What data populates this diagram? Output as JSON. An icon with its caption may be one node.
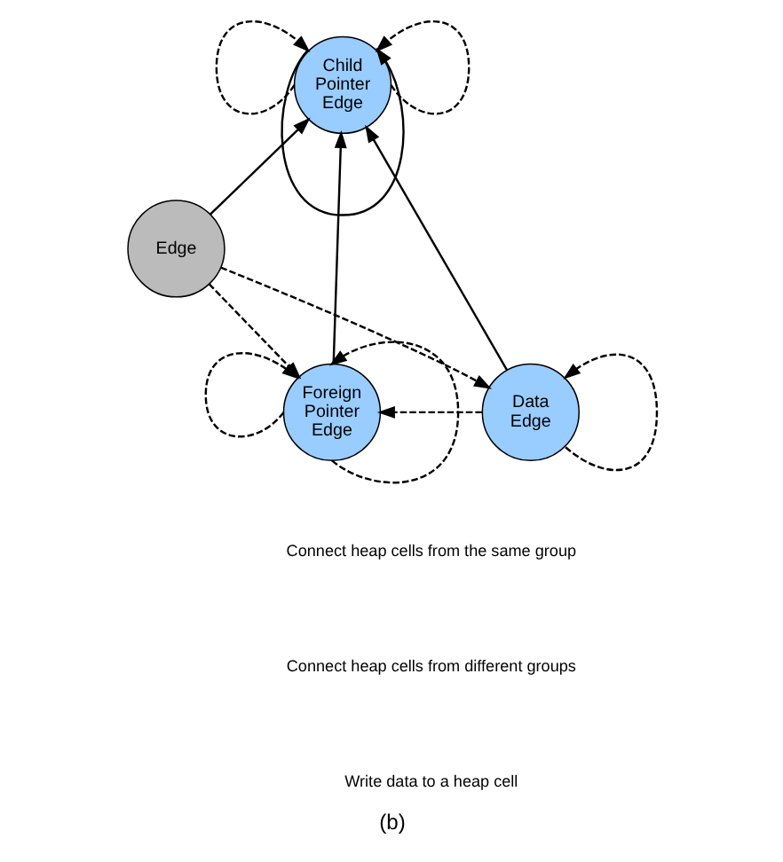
{
  "diagram": {
    "caption": "(b)",
    "nodes": [
      {
        "text": [
          "Child Pointer Edge"
        ]
      },
      {
        "text": [
          "Edge"
        ]
      },
      {
        "text": [
          "Foreign Pointer Edge"
        ]
      },
      {
        "text": [
          "Data Edge"
        ]
      }
    ],
    "edges": [
      {
        "from": 0,
        "to": 0,
        "arrow": "to"
      },
      {
        "from": 0,
        "to": 0,
        "arrow": "to",
        "style": "dashed"
      },
      {
        "from": 0,
        "to": 0,
        "arrow": "to",
        "style": "dashed"
      },
      {
        "from": 1,
        "to": 0,
        "arrow": "to"
      },
      {
        "from": 2,
        "to": 0,
        "arrow": "to"
      },
      {
        "from": 3,
        "to": 0,
        "arrow": "to"
      },
      {
        "from": 1,
        "to": 2,
        "arrow": "to",
        "style": "dashed"
      },
      {
        "from": 1,
        "to": 3,
        "arrow": "to",
        "style": "dashed"
      },
      {
        "from": 3,
        "to": 2,
        "arrow": "to",
        "style": "dashed"
      },
      {
        "from": 2,
        "to": 2,
        "arrow": "to",
        "style": "dashed"
      },
      {
        "from": 2,
        "to": 2,
        "arrow": "to",
        "style": "dashed"
      },
      {
        "from": 3,
        "to": 3,
        "arrow": "to",
        "style": "dashed"
      }
    ],
    "legend": [
      {
        "text": "Connect heap cells from the same group"
      },
      {
        "text": "Connect heap cells from different groups"
      },
      {
        "text": "Write data to a heap cell"
      }
    ]
  }
}
